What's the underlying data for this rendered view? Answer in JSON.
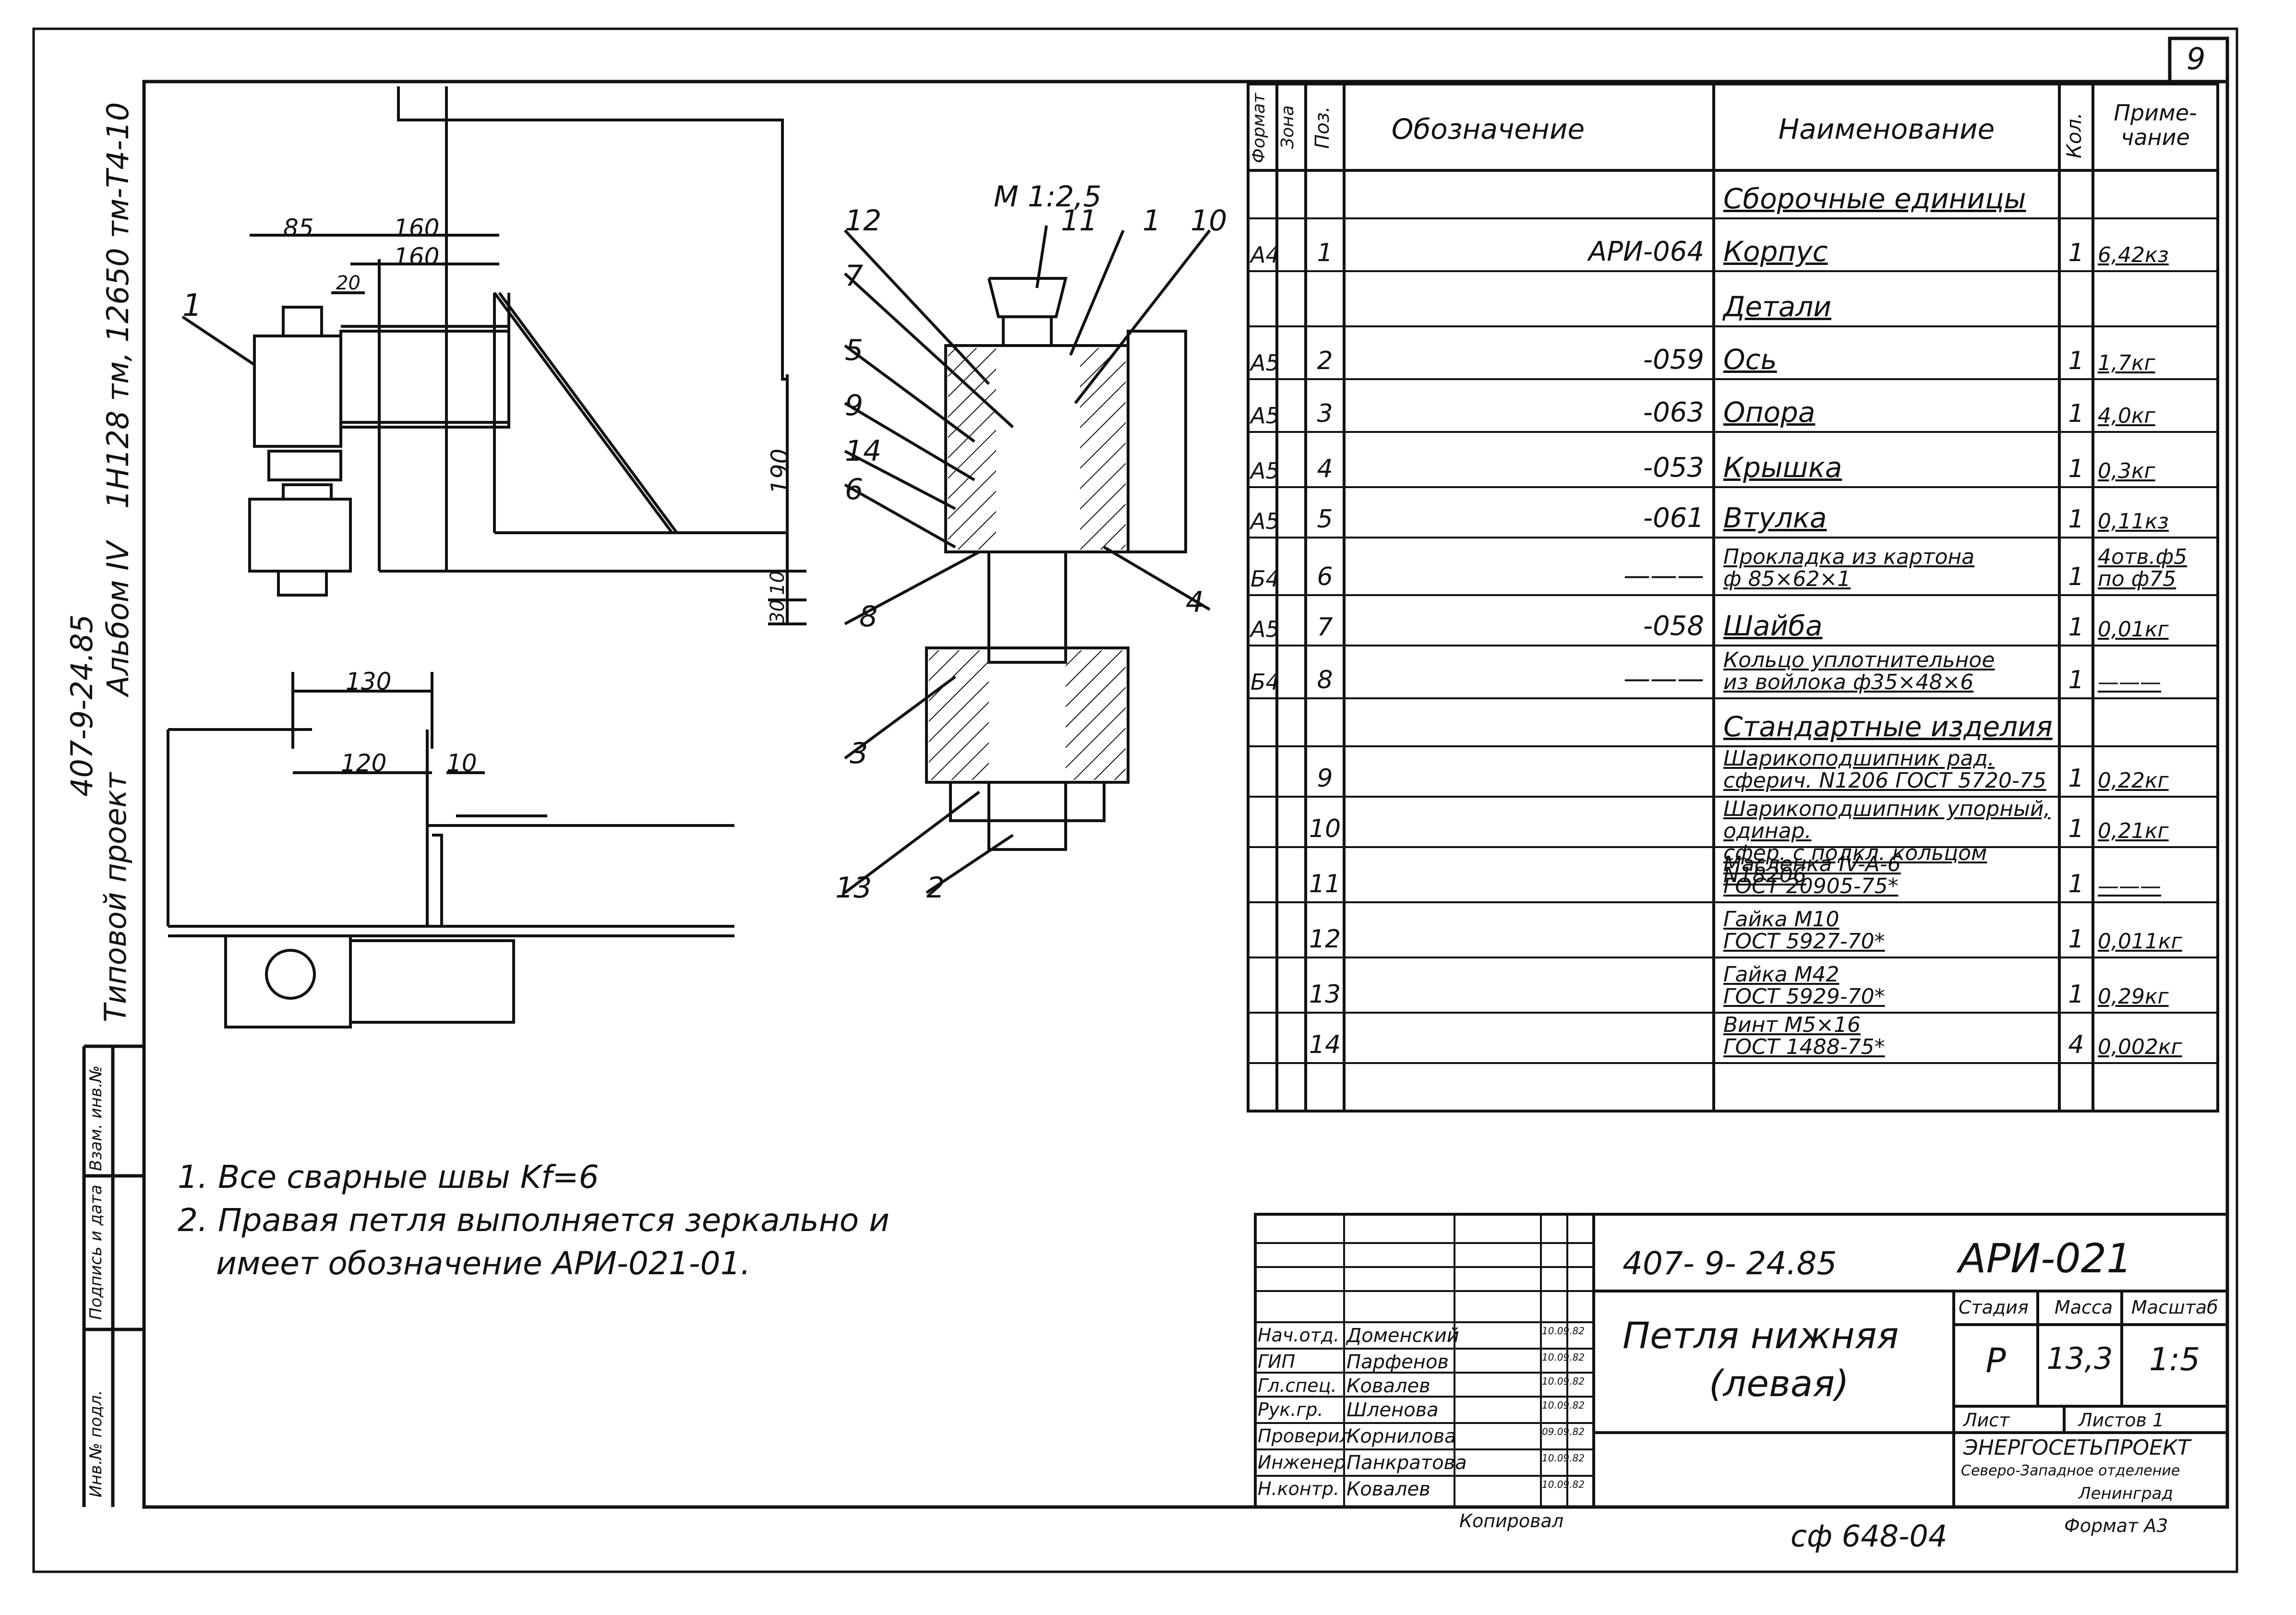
{
  "sheet_number": "9",
  "left_strip": {
    "project_code": "407-9-24.85",
    "project_type": "Типовой проект",
    "album": "Альбом IV",
    "refs": "1Н128 тм, 12650 тм-Т4-10"
  },
  "stamp_side": [
    "Инв.№ подл.",
    "Подпись и дата",
    "Взам. инв.№"
  ],
  "scale_label": "М 1:2,5",
  "dimensions_top": [
    "85",
    "160",
    "160",
    "20",
    "190",
    "30",
    "10"
  ],
  "dimensions_plan": [
    "130",
    "120",
    "10"
  ],
  "callouts": [
    "1",
    "12",
    "11",
    "1",
    "10",
    "7",
    "5",
    "9",
    "14",
    "6",
    "8",
    "4",
    "3",
    "13",
    "2"
  ],
  "spec_table": {
    "headers": {
      "format": "Формат",
      "zone": "Зона",
      "pos": "Поз.",
      "designation": "Обозначение",
      "name": "Наименование",
      "qty": "Кол.",
      "note": "Приме-\nчание"
    },
    "rows": [
      {
        "format": "",
        "pos": "",
        "designation": "",
        "name": "Сборочные единицы",
        "qty": "",
        "note": "",
        "section": true
      },
      {
        "format": "А4",
        "pos": "1",
        "designation": "АРИ-064",
        "name": "Корпус",
        "qty": "1",
        "note": "6,42кз"
      },
      {
        "format": "",
        "pos": "",
        "designation": "",
        "name": "Детали",
        "qty": "",
        "note": "",
        "section": true
      },
      {
        "format": "А5",
        "pos": "2",
        "designation": "-059",
        "name": "Ось",
        "qty": "1",
        "note": "1,7кг"
      },
      {
        "format": "А5",
        "pos": "3",
        "designation": "-063",
        "name": "Опора",
        "qty": "1",
        "note": "4,0кг"
      },
      {
        "format": "А5",
        "pos": "4",
        "designation": "-053",
        "name": "Крышка",
        "qty": "1",
        "note": "0,3кг"
      },
      {
        "format": "А5",
        "pos": "5",
        "designation": "-061",
        "name": "Втулка",
        "qty": "1",
        "note": "0,11кз"
      },
      {
        "format": "Б4",
        "pos": "6",
        "designation": "———",
        "name": "Прокладка из картона\nф 85×62×1",
        "qty": "1",
        "note": "4отв.ф5\nпо ф75"
      },
      {
        "format": "А5",
        "pos": "7",
        "designation": "-058",
        "name": "Шайба",
        "qty": "1",
        "note": "0,01кг"
      },
      {
        "format": "Б4",
        "pos": "8",
        "designation": "———",
        "name": "Кольцо уплотнительное\nиз войлока ф35×48×6",
        "qty": "1",
        "note": "———"
      },
      {
        "format": "",
        "pos": "",
        "designation": "",
        "name": "Стандартные изделия",
        "qty": "",
        "note": "",
        "section": true
      },
      {
        "format": "",
        "pos": "9",
        "designation": "",
        "name": "Шарикоподшипник рад.\nсферич. N1206 ГОСТ 5720-75",
        "qty": "1",
        "note": "0,22кг"
      },
      {
        "format": "",
        "pos": "10",
        "designation": "",
        "name": "Шарикоподшипник упорный, одинар.\nсфер. с подкл. кольцом N18206",
        "qty": "1",
        "note": "0,21кг"
      },
      {
        "format": "",
        "pos": "11",
        "designation": "",
        "name": "Масленка IV-А-6\nГОСТ 20905-75*",
        "qty": "1",
        "note": "———"
      },
      {
        "format": "",
        "pos": "12",
        "designation": "",
        "name": "Гайка М10\nГОСТ 5927-70*",
        "qty": "1",
        "note": "0,011кг"
      },
      {
        "format": "",
        "pos": "13",
        "designation": "",
        "name": "Гайка М42\nГОСТ 5929-70*",
        "qty": "1",
        "note": "0,29кг"
      },
      {
        "format": "",
        "pos": "14",
        "designation": "",
        "name": "Винт М5×16\nГОСТ 1488-75*",
        "qty": "4",
        "note": "0,002кг"
      }
    ]
  },
  "notes": [
    "1. Все сварные швы Kf=6",
    "2. Правая петля выполняется зеркально и",
    "имеет обозначение АРИ-021-01."
  ],
  "title_block": {
    "project": "407- 9- 24.85",
    "designation": "АРИ-021",
    "title_line1": "Петля нижняя",
    "title_line2": "(левая)",
    "stage_label": "Стадия",
    "mass_label": "Масса",
    "scale_label": "Масштаб",
    "stage": "Р",
    "mass": "13,3",
    "scale": "1:5",
    "sheet_label": "Лист",
    "sheets_label": "Листов 1",
    "org1": "ЭНЕРГОСЕТЬПРОЕКТ",
    "org2": "Северо-Западное отделение",
    "org3": "Ленинград",
    "staff": [
      {
        "role": "Нач.отд.",
        "name": "Доменский",
        "date": "10.09.82"
      },
      {
        "role": "ГИП",
        "name": "Парфенов",
        "date": "10.09.82"
      },
      {
        "role": "Гл.спец.",
        "name": "Ковалев",
        "date": "10.09.82"
      },
      {
        "role": "Рук.гр.",
        "name": "Шленова",
        "date": "10.09.82"
      },
      {
        "role": "Проверил",
        "name": "Корнилова",
        "date": "09.09.82"
      },
      {
        "role": "Инженер",
        "name": "Панкратова",
        "date": "10.09.82"
      },
      {
        "role": "Н.контр.",
        "name": "Ковалев",
        "date": "10.09.82"
      }
    ]
  },
  "copied": "Копировал",
  "bottom_code": "сф 648-04",
  "format": "Формат А3"
}
